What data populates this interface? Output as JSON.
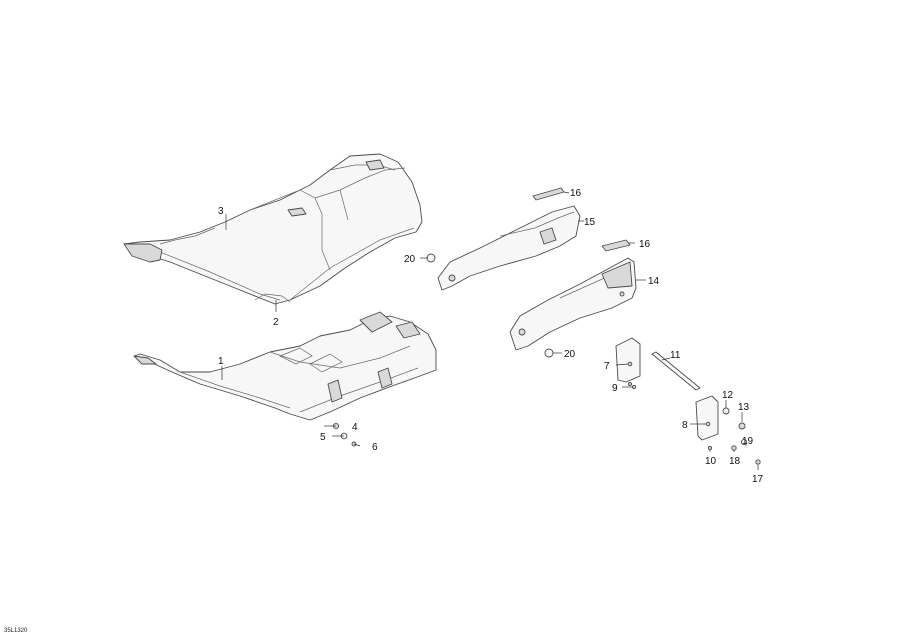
{
  "drawing_code": "35L1320",
  "callouts": {
    "c1": "1",
    "c2": "2",
    "c3": "3",
    "c4": "4",
    "c5": "5",
    "c6": "6",
    "c7": "7",
    "c8": "8",
    "c9": "9",
    "c10": "10",
    "c11": "11",
    "c12": "12",
    "c13": "13",
    "c14": "14",
    "c15": "15",
    "c16a": "16",
    "c16b": "16",
    "c17": "17",
    "c18": "18",
    "c19": "19",
    "c20a": "20",
    "c20b": "20"
  }
}
